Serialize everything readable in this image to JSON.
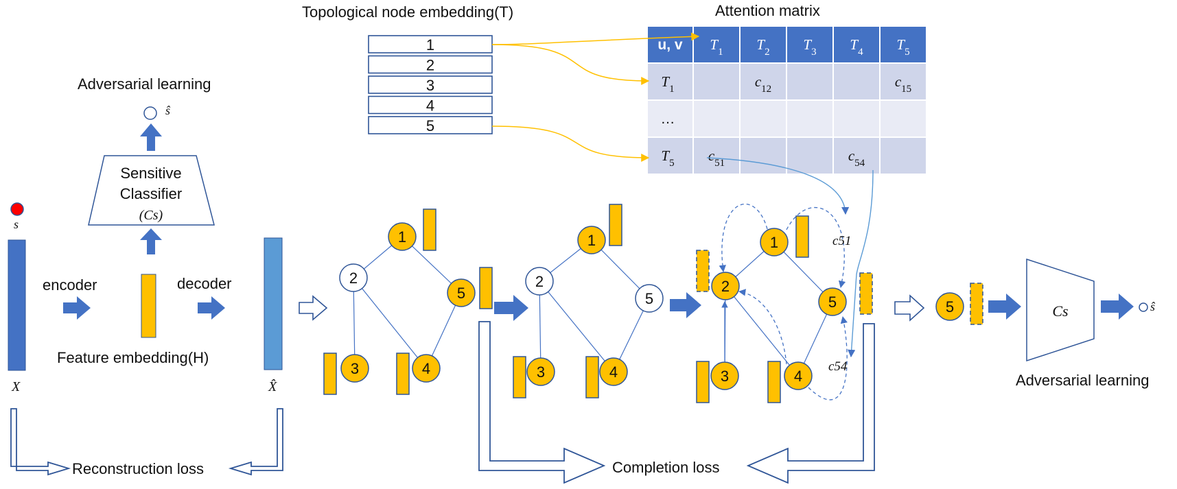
{
  "titles": {
    "topo_embedding": "Topological node embedding(T)",
    "attention_matrix": "Attention matrix",
    "adv_top": "Adversarial learning",
    "adv_right": "Adversarial learning"
  },
  "left": {
    "s_label": "s",
    "s_hat": "ŝ",
    "classifier_line1": "Sensitive",
    "classifier_line2": "Classifier",
    "classifier_line3": "(Cs)",
    "encoder": "encoder",
    "decoder": "decoder",
    "feature_embedding": "Feature embedding(H)",
    "x_label": "X",
    "x_hat_label": "X̂",
    "reconstruction_loss": "Reconstruction loss"
  },
  "embedding_rows": [
    "1",
    "2",
    "3",
    "4",
    "5"
  ],
  "attention": {
    "header": [
      "u, v",
      "T1",
      "T2",
      "T3",
      "T4",
      "T5"
    ],
    "rows": [
      [
        "T1",
        "",
        "c12",
        "",
        "",
        "c15"
      ],
      [
        "…",
        "",
        "",
        "",
        "",
        ""
      ],
      [
        "T5",
        "c51",
        "",
        "",
        "c54",
        ""
      ]
    ]
  },
  "graph_labels": {
    "c51": "c51",
    "c54": "c54"
  },
  "nodes": [
    "1",
    "2",
    "3",
    "4",
    "5"
  ],
  "right": {
    "node5": "5",
    "classifier": "Cs",
    "s_hat": "ŝ"
  },
  "completion_loss": "Completion loss",
  "colors": {
    "blue_dark": "#4472c4",
    "blue_light": "#5b9bd5",
    "table_header": "#4472c4",
    "table_row_a": "#cfd5ea",
    "table_row_b": "#e9ebf5",
    "gold": "#ffc000",
    "red": "#ff0000",
    "orange_line": "#ffc000"
  }
}
